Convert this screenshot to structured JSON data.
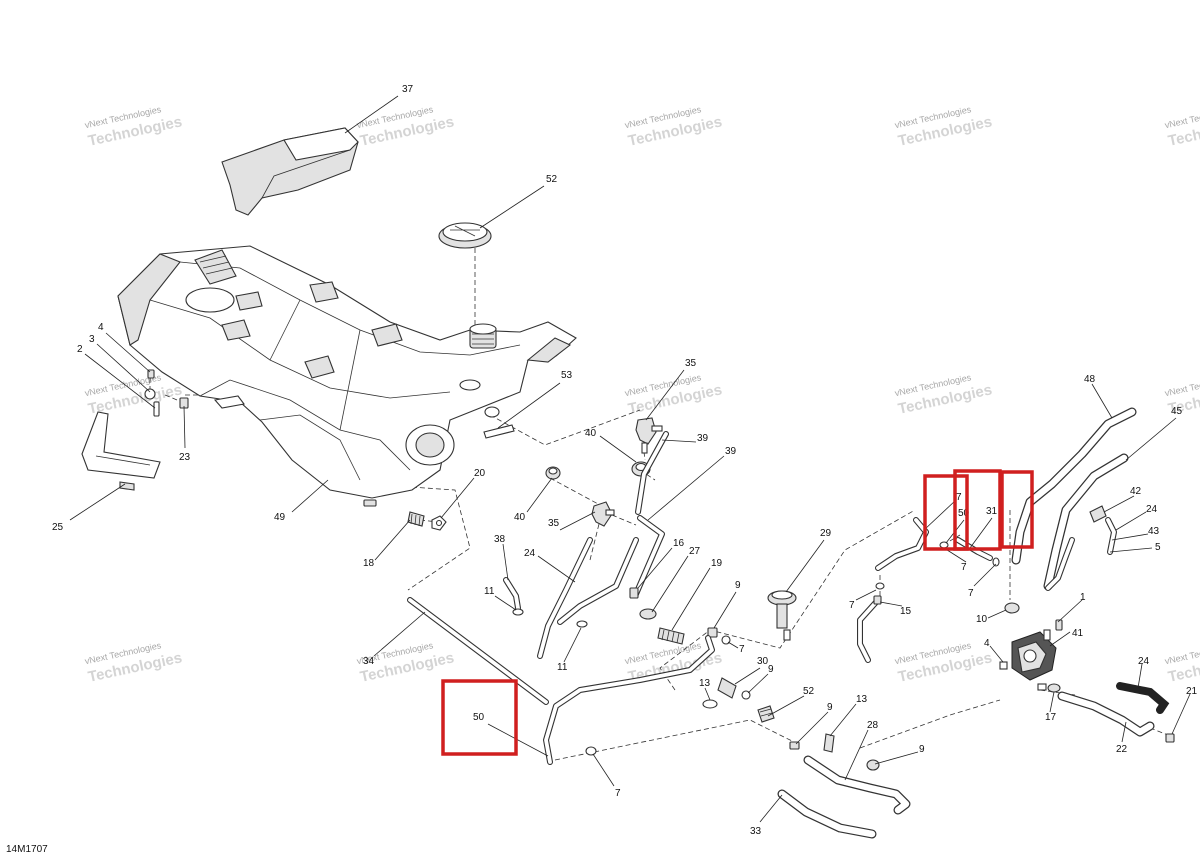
{
  "diagram": {
    "code": "14M1707",
    "watermark": {
      "line1": "vNext Technologies",
      "line2": "Technologies"
    },
    "callouts": [
      {
        "id": "c37",
        "text": "37"
      },
      {
        "id": "c52a",
        "text": "52"
      },
      {
        "id": "c4a",
        "text": "4"
      },
      {
        "id": "c3",
        "text": "3"
      },
      {
        "id": "c2",
        "text": "2"
      },
      {
        "id": "c23",
        "text": "23"
      },
      {
        "id": "c25",
        "text": "25"
      },
      {
        "id": "c49",
        "text": "49"
      },
      {
        "id": "c53",
        "text": "53"
      },
      {
        "id": "c35a",
        "text": "35"
      },
      {
        "id": "c40a",
        "text": "40"
      },
      {
        "id": "c39a",
        "text": "39"
      },
      {
        "id": "c39b",
        "text": "39"
      },
      {
        "id": "c20",
        "text": "20"
      },
      {
        "id": "c40b",
        "text": "40"
      },
      {
        "id": "c35b",
        "text": "35"
      },
      {
        "id": "c18",
        "text": "18"
      },
      {
        "id": "c38",
        "text": "38"
      },
      {
        "id": "c24a",
        "text": "24"
      },
      {
        "id": "c16",
        "text": "16"
      },
      {
        "id": "c27",
        "text": "27"
      },
      {
        "id": "c19",
        "text": "19"
      },
      {
        "id": "c11a",
        "text": "11"
      },
      {
        "id": "c11b",
        "text": "11"
      },
      {
        "id": "c9a",
        "text": "9"
      },
      {
        "id": "c7a",
        "text": "7"
      },
      {
        "id": "c34",
        "text": "34"
      },
      {
        "id": "c13a",
        "text": "13"
      },
      {
        "id": "c30",
        "text": "30"
      },
      {
        "id": "c9b",
        "text": "9"
      },
      {
        "id": "c50a",
        "text": "50"
      },
      {
        "id": "c7b",
        "text": "7"
      },
      {
        "id": "c29",
        "text": "29"
      },
      {
        "id": "c52b",
        "text": "52"
      },
      {
        "id": "c13b",
        "text": "13"
      },
      {
        "id": "c9c",
        "text": "9"
      },
      {
        "id": "c28",
        "text": "28"
      },
      {
        "id": "c9d",
        "text": "9"
      },
      {
        "id": "c33",
        "text": "33"
      },
      {
        "id": "c48",
        "text": "48"
      },
      {
        "id": "c45",
        "text": "45"
      },
      {
        "id": "c7c",
        "text": "7"
      },
      {
        "id": "c50b",
        "text": "50"
      },
      {
        "id": "c31",
        "text": "31"
      },
      {
        "id": "c7d",
        "text": "7"
      },
      {
        "id": "c7e",
        "text": "7"
      },
      {
        "id": "c7f",
        "text": "7"
      },
      {
        "id": "c15",
        "text": "15"
      },
      {
        "id": "c42",
        "text": "42"
      },
      {
        "id": "c24b",
        "text": "24"
      },
      {
        "id": "c43",
        "text": "43"
      },
      {
        "id": "c5",
        "text": "5"
      },
      {
        "id": "c10",
        "text": "10"
      },
      {
        "id": "c1",
        "text": "1"
      },
      {
        "id": "c4b",
        "text": "4"
      },
      {
        "id": "c41",
        "text": "41"
      },
      {
        "id": "c17",
        "text": "17"
      },
      {
        "id": "c24c",
        "text": "24"
      },
      {
        "id": "c21",
        "text": "21"
      },
      {
        "id": "c22",
        "text": "22"
      }
    ],
    "highlight_color": "#d01f1f"
  }
}
